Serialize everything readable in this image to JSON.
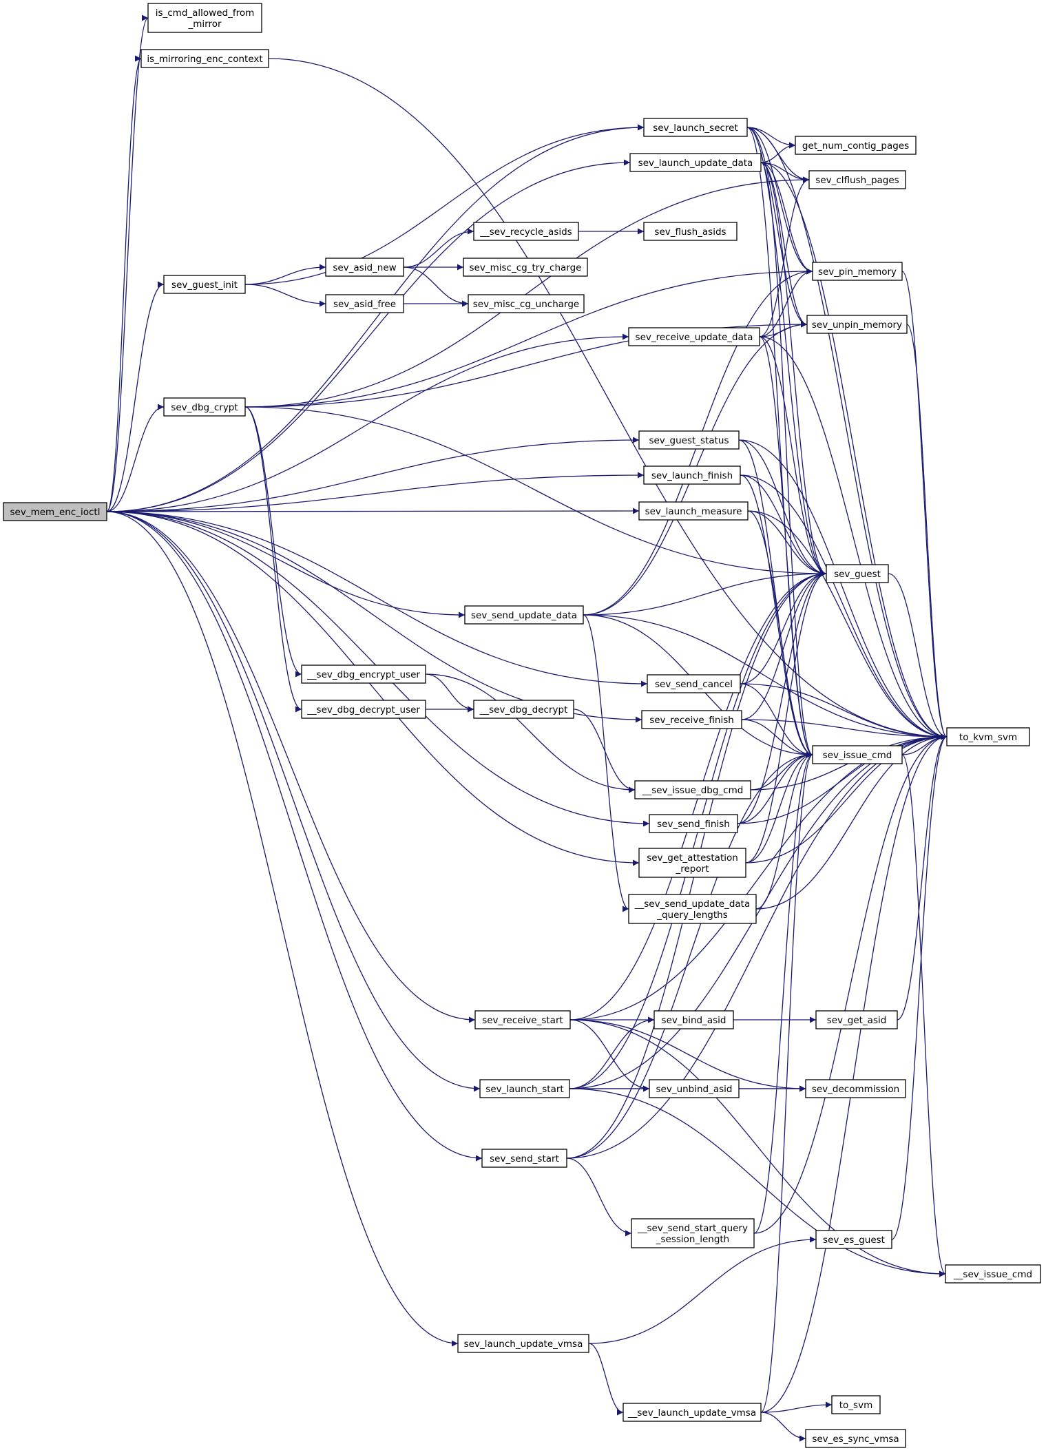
{
  "graph": {
    "nodes": [
      {
        "id": "sev_mem_enc_ioctl",
        "lines": [
          "sev_mem_enc_ioctl"
        ],
        "root": true
      },
      {
        "id": "is_cmd_allowed_from_mirror",
        "lines": [
          "is_cmd_allowed_from",
          "_mirror"
        ]
      },
      {
        "id": "is_mirroring_enc_context",
        "lines": [
          "is_mirroring_enc_context"
        ]
      },
      {
        "id": "sev_launch_secret",
        "lines": [
          "sev_launch_secret"
        ]
      },
      {
        "id": "get_num_contig_pages",
        "lines": [
          "get_num_contig_pages"
        ]
      },
      {
        "id": "sev_launch_update_data",
        "lines": [
          "sev_launch_update_data"
        ]
      },
      {
        "id": "sev_clflush_pages",
        "lines": [
          "sev_clflush_pages"
        ]
      },
      {
        "id": "__sev_recycle_asids",
        "lines": [
          "__sev_recycle_asids"
        ]
      },
      {
        "id": "sev_flush_asids",
        "lines": [
          "sev_flush_asids"
        ]
      },
      {
        "id": "sev_asid_new",
        "lines": [
          "sev_asid_new"
        ]
      },
      {
        "id": "sev_misc_cg_try_charge",
        "lines": [
          "sev_misc_cg_try_charge"
        ]
      },
      {
        "id": "sev_pin_memory",
        "lines": [
          "sev_pin_memory"
        ]
      },
      {
        "id": "sev_guest_init",
        "lines": [
          "sev_guest_init"
        ]
      },
      {
        "id": "sev_asid_free",
        "lines": [
          "sev_asid_free"
        ]
      },
      {
        "id": "sev_misc_cg_uncharge",
        "lines": [
          "sev_misc_cg_uncharge"
        ]
      },
      {
        "id": "sev_unpin_memory",
        "lines": [
          "sev_unpin_memory"
        ]
      },
      {
        "id": "sev_receive_update_data",
        "lines": [
          "sev_receive_update_data"
        ]
      },
      {
        "id": "sev_dbg_crypt",
        "lines": [
          "sev_dbg_crypt"
        ]
      },
      {
        "id": "sev_guest_status",
        "lines": [
          "sev_guest_status"
        ]
      },
      {
        "id": "sev_launch_finish",
        "lines": [
          "sev_launch_finish"
        ]
      },
      {
        "id": "sev_launch_measure",
        "lines": [
          "sev_launch_measure"
        ]
      },
      {
        "id": "sev_guest",
        "lines": [
          "sev_guest"
        ]
      },
      {
        "id": "sev_send_update_data",
        "lines": [
          "sev_send_update_data"
        ]
      },
      {
        "id": "__sev_dbg_encrypt_user",
        "lines": [
          "__sev_dbg_encrypt_user"
        ]
      },
      {
        "id": "sev_send_cancel",
        "lines": [
          "sev_send_cancel"
        ]
      },
      {
        "id": "__sev_dbg_decrypt_user",
        "lines": [
          "__sev_dbg_decrypt_user"
        ]
      },
      {
        "id": "__sev_dbg_decrypt",
        "lines": [
          "__sev_dbg_decrypt"
        ]
      },
      {
        "id": "sev_receive_finish",
        "lines": [
          "sev_receive_finish"
        ]
      },
      {
        "id": "to_kvm_svm",
        "lines": [
          "to_kvm_svm"
        ]
      },
      {
        "id": "sev_issue_cmd",
        "lines": [
          "sev_issue_cmd"
        ]
      },
      {
        "id": "__sev_issue_dbg_cmd",
        "lines": [
          "__sev_issue_dbg_cmd"
        ]
      },
      {
        "id": "sev_send_finish",
        "lines": [
          "sev_send_finish"
        ]
      },
      {
        "id": "sev_get_attestation_report",
        "lines": [
          "sev_get_attestation",
          "_report"
        ]
      },
      {
        "id": "__sev_send_update_data_query_lengths",
        "lines": [
          "__sev_send_update_data",
          "_query_lengths"
        ]
      },
      {
        "id": "sev_receive_start",
        "lines": [
          "sev_receive_start"
        ]
      },
      {
        "id": "sev_bind_asid",
        "lines": [
          "sev_bind_asid"
        ]
      },
      {
        "id": "sev_get_asid",
        "lines": [
          "sev_get_asid"
        ]
      },
      {
        "id": "sev_launch_start",
        "lines": [
          "sev_launch_start"
        ]
      },
      {
        "id": "sev_unbind_asid",
        "lines": [
          "sev_unbind_asid"
        ]
      },
      {
        "id": "sev_decommission",
        "lines": [
          "sev_decommission"
        ]
      },
      {
        "id": "sev_send_start",
        "lines": [
          "sev_send_start"
        ]
      },
      {
        "id": "__sev_send_start_query_session_length",
        "lines": [
          "__sev_send_start_query",
          "_session_length"
        ]
      },
      {
        "id": "sev_es_guest",
        "lines": [
          "sev_es_guest"
        ]
      },
      {
        "id": "__sev_issue_cmd",
        "lines": [
          "__sev_issue_cmd"
        ]
      },
      {
        "id": "sev_launch_update_vmsa",
        "lines": [
          "sev_launch_update_vmsa"
        ]
      },
      {
        "id": "to_svm",
        "lines": [
          "to_svm"
        ]
      },
      {
        "id": "__sev_launch_update_vmsa",
        "lines": [
          "__sev_launch_update_vmsa"
        ]
      },
      {
        "id": "sev_es_sync_vmsa",
        "lines": [
          "sev_es_sync_vmsa"
        ]
      }
    ],
    "edges": [
      [
        "sev_mem_enc_ioctl",
        "is_cmd_allowed_from_mirror"
      ],
      [
        "sev_mem_enc_ioctl",
        "is_mirroring_enc_context"
      ],
      [
        "sev_mem_enc_ioctl",
        "sev_launch_secret"
      ],
      [
        "sev_mem_enc_ioctl",
        "sev_launch_update_data"
      ],
      [
        "sev_mem_enc_ioctl",
        "sev_guest_init"
      ],
      [
        "sev_mem_enc_ioctl",
        "sev_receive_update_data"
      ],
      [
        "sev_mem_enc_ioctl",
        "sev_dbg_crypt"
      ],
      [
        "sev_mem_enc_ioctl",
        "sev_guest_status"
      ],
      [
        "sev_mem_enc_ioctl",
        "sev_launch_finish"
      ],
      [
        "sev_mem_enc_ioctl",
        "sev_launch_measure"
      ],
      [
        "sev_mem_enc_ioctl",
        "sev_send_update_data"
      ],
      [
        "sev_mem_enc_ioctl",
        "sev_send_cancel"
      ],
      [
        "sev_mem_enc_ioctl",
        "sev_receive_finish"
      ],
      [
        "sev_mem_enc_ioctl",
        "sev_send_finish"
      ],
      [
        "sev_mem_enc_ioctl",
        "sev_get_attestation_report"
      ],
      [
        "sev_mem_enc_ioctl",
        "sev_receive_start"
      ],
      [
        "sev_mem_enc_ioctl",
        "sev_launch_start"
      ],
      [
        "sev_mem_enc_ioctl",
        "sev_send_start"
      ],
      [
        "sev_mem_enc_ioctl",
        "sev_launch_update_vmsa"
      ],
      [
        "is_mirroring_enc_context",
        "to_kvm_svm"
      ],
      [
        "sev_launch_secret",
        "get_num_contig_pages"
      ],
      [
        "sev_launch_secret",
        "sev_clflush_pages"
      ],
      [
        "sev_launch_secret",
        "sev_pin_memory"
      ],
      [
        "sev_launch_secret",
        "sev_unpin_memory"
      ],
      [
        "sev_launch_secret",
        "sev_guest"
      ],
      [
        "sev_launch_secret",
        "sev_issue_cmd"
      ],
      [
        "sev_launch_secret",
        "to_kvm_svm"
      ],
      [
        "sev_launch_update_data",
        "get_num_contig_pages"
      ],
      [
        "sev_launch_update_data",
        "sev_clflush_pages"
      ],
      [
        "sev_launch_update_data",
        "sev_pin_memory"
      ],
      [
        "sev_launch_update_data",
        "sev_unpin_memory"
      ],
      [
        "sev_launch_update_data",
        "sev_guest"
      ],
      [
        "sev_launch_update_data",
        "sev_issue_cmd"
      ],
      [
        "sev_launch_update_data",
        "to_kvm_svm"
      ],
      [
        "__sev_recycle_asids",
        "sev_flush_asids"
      ],
      [
        "sev_asid_new",
        "__sev_recycle_asids"
      ],
      [
        "sev_asid_new",
        "sev_misc_cg_try_charge"
      ],
      [
        "sev_asid_new",
        "sev_misc_cg_uncharge"
      ],
      [
        "sev_guest_init",
        "sev_asid_new"
      ],
      [
        "sev_guest_init",
        "sev_asid_free"
      ],
      [
        "sev_guest_init",
        "sev_launch_secret"
      ],
      [
        "sev_asid_free",
        "sev_misc_cg_uncharge"
      ],
      [
        "sev_pin_memory",
        "to_kvm_svm"
      ],
      [
        "sev_unpin_memory",
        "to_kvm_svm"
      ],
      [
        "sev_receive_update_data",
        "sev_clflush_pages"
      ],
      [
        "sev_receive_update_data",
        "sev_pin_memory"
      ],
      [
        "sev_receive_update_data",
        "sev_unpin_memory"
      ],
      [
        "sev_receive_update_data",
        "sev_guest"
      ],
      [
        "sev_receive_update_data",
        "sev_issue_cmd"
      ],
      [
        "sev_receive_update_data",
        "to_kvm_svm"
      ],
      [
        "sev_dbg_crypt",
        "sev_clflush_pages"
      ],
      [
        "sev_dbg_crypt",
        "sev_pin_memory"
      ],
      [
        "sev_dbg_crypt",
        "sev_unpin_memory"
      ],
      [
        "sev_dbg_crypt",
        "__sev_dbg_encrypt_user"
      ],
      [
        "sev_dbg_crypt",
        "__sev_dbg_decrypt_user"
      ],
      [
        "sev_dbg_crypt",
        "sev_guest"
      ],
      [
        "sev_guest_status",
        "sev_guest"
      ],
      [
        "sev_guest_status",
        "sev_issue_cmd"
      ],
      [
        "sev_guest_status",
        "to_kvm_svm"
      ],
      [
        "sev_launch_finish",
        "sev_guest"
      ],
      [
        "sev_launch_finish",
        "sev_issue_cmd"
      ],
      [
        "sev_launch_finish",
        "to_kvm_svm"
      ],
      [
        "sev_launch_measure",
        "sev_guest"
      ],
      [
        "sev_launch_measure",
        "sev_issue_cmd"
      ],
      [
        "sev_launch_measure",
        "to_kvm_svm"
      ],
      [
        "sev_guest",
        "to_kvm_svm"
      ],
      [
        "sev_send_update_data",
        "sev_pin_memory"
      ],
      [
        "sev_send_update_data",
        "sev_unpin_memory"
      ],
      [
        "sev_send_update_data",
        "sev_guest"
      ],
      [
        "sev_send_update_data",
        "sev_issue_cmd"
      ],
      [
        "sev_send_update_data",
        "__sev_send_update_data_query_lengths"
      ],
      [
        "sev_send_update_data",
        "to_kvm_svm"
      ],
      [
        "__sev_dbg_encrypt_user",
        "__sev_dbg_decrypt"
      ],
      [
        "__sev_dbg_encrypt_user",
        "__sev_issue_dbg_cmd"
      ],
      [
        "__sev_dbg_decrypt_user",
        "__sev_dbg_decrypt"
      ],
      [
        "__sev_dbg_decrypt",
        "__sev_issue_dbg_cmd"
      ],
      [
        "sev_send_cancel",
        "sev_guest"
      ],
      [
        "sev_send_cancel",
        "sev_issue_cmd"
      ],
      [
        "sev_send_cancel",
        "to_kvm_svm"
      ],
      [
        "sev_receive_finish",
        "sev_guest"
      ],
      [
        "sev_receive_finish",
        "sev_issue_cmd"
      ],
      [
        "sev_receive_finish",
        "to_kvm_svm"
      ],
      [
        "sev_issue_cmd",
        "to_kvm_svm"
      ],
      [
        "sev_issue_cmd",
        "__sev_issue_cmd"
      ],
      [
        "__sev_issue_dbg_cmd",
        "sev_issue_cmd"
      ],
      [
        "__sev_issue_dbg_cmd",
        "to_kvm_svm"
      ],
      [
        "sev_send_finish",
        "sev_guest"
      ],
      [
        "sev_send_finish",
        "sev_issue_cmd"
      ],
      [
        "sev_send_finish",
        "to_kvm_svm"
      ],
      [
        "sev_get_attestation_report",
        "sev_guest"
      ],
      [
        "sev_get_attestation_report",
        "sev_issue_cmd"
      ],
      [
        "sev_get_attestation_report",
        "to_kvm_svm"
      ],
      [
        "__sev_send_update_data_query_lengths",
        "sev_issue_cmd"
      ],
      [
        "__sev_send_update_data_query_lengths",
        "to_kvm_svm"
      ],
      [
        "sev_receive_start",
        "sev_bind_asid"
      ],
      [
        "sev_receive_start",
        "sev_unbind_asid"
      ],
      [
        "sev_receive_start",
        "sev_decommission"
      ],
      [
        "sev_receive_start",
        "sev_guest"
      ],
      [
        "sev_receive_start",
        "__sev_issue_cmd"
      ],
      [
        "sev_receive_start",
        "to_kvm_svm"
      ],
      [
        "sev_bind_asid",
        "sev_get_asid"
      ],
      [
        "sev_get_asid",
        "to_kvm_svm"
      ],
      [
        "sev_launch_start",
        "sev_bind_asid"
      ],
      [
        "sev_launch_start",
        "sev_unbind_asid"
      ],
      [
        "sev_launch_start",
        "sev_decommission"
      ],
      [
        "sev_launch_start",
        "__sev_issue_cmd"
      ],
      [
        "sev_launch_start",
        "sev_guest"
      ],
      [
        "sev_launch_start",
        "to_kvm_svm"
      ],
      [
        "sev_unbind_asid",
        "sev_decommission"
      ],
      [
        "sev_send_start",
        "sev_guest"
      ],
      [
        "sev_send_start",
        "sev_issue_cmd"
      ],
      [
        "sev_send_start",
        "__sev_send_start_query_session_length"
      ],
      [
        "sev_send_start",
        "to_kvm_svm"
      ],
      [
        "__sev_send_start_query_session_length",
        "sev_issue_cmd"
      ],
      [
        "__sev_send_start_query_session_length",
        "to_kvm_svm"
      ],
      [
        "sev_es_guest",
        "to_kvm_svm"
      ],
      [
        "sev_launch_update_vmsa",
        "sev_es_guest"
      ],
      [
        "sev_launch_update_vmsa",
        "__sev_launch_update_vmsa"
      ],
      [
        "__sev_launch_update_vmsa",
        "to_svm"
      ],
      [
        "__sev_launch_update_vmsa",
        "sev_es_sync_vmsa"
      ],
      [
        "__sev_launch_update_vmsa",
        "sev_issue_cmd"
      ],
      [
        "__sev_launch_update_vmsa",
        "to_kvm_svm"
      ]
    ]
  },
  "colors": {
    "edge": "#191970",
    "node_fill": "#ffffff",
    "root_fill": "#bfbfbf",
    "node_border": "#000000"
  }
}
